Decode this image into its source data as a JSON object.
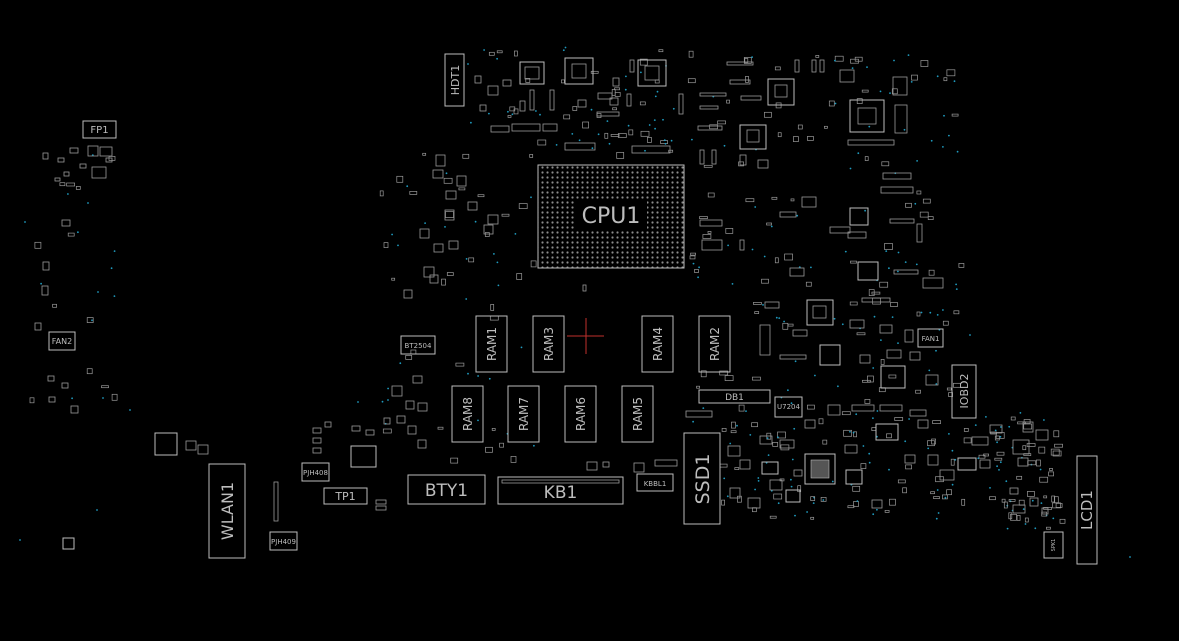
{
  "board": {
    "background": "#000000",
    "outline_color": "#bdbdbd",
    "via_color": "#1f9bbf",
    "marker_color": "#c0302c"
  },
  "labels": {
    "fp1": "FP1",
    "hdt1": "HDT1",
    "cpu1": "CPU1",
    "fan2": "FAN2",
    "fan1": "FAN1",
    "iobd2": "IOBD2",
    "db1": "DB1",
    "ram1": "RAM1",
    "ram2": "RAM2",
    "ram3": "RAM3",
    "ram4": "RAM4",
    "ram5": "RAM5",
    "ram6": "RAM6",
    "ram7": "RAM7",
    "ram8": "RAM8",
    "bty1": "BTY1",
    "kb1": "KB1",
    "kbbl1": "KBBL1",
    "ssd1": "SSD1",
    "wlan1": "WLAN1",
    "tp1": "TP1",
    "lcd1": "LCD1",
    "spk1": "SPK1",
    "bt2504": "BT2504",
    "pjh408": "PJH408",
    "pjh409": "PJH409",
    "u7204": "U7204"
  }
}
